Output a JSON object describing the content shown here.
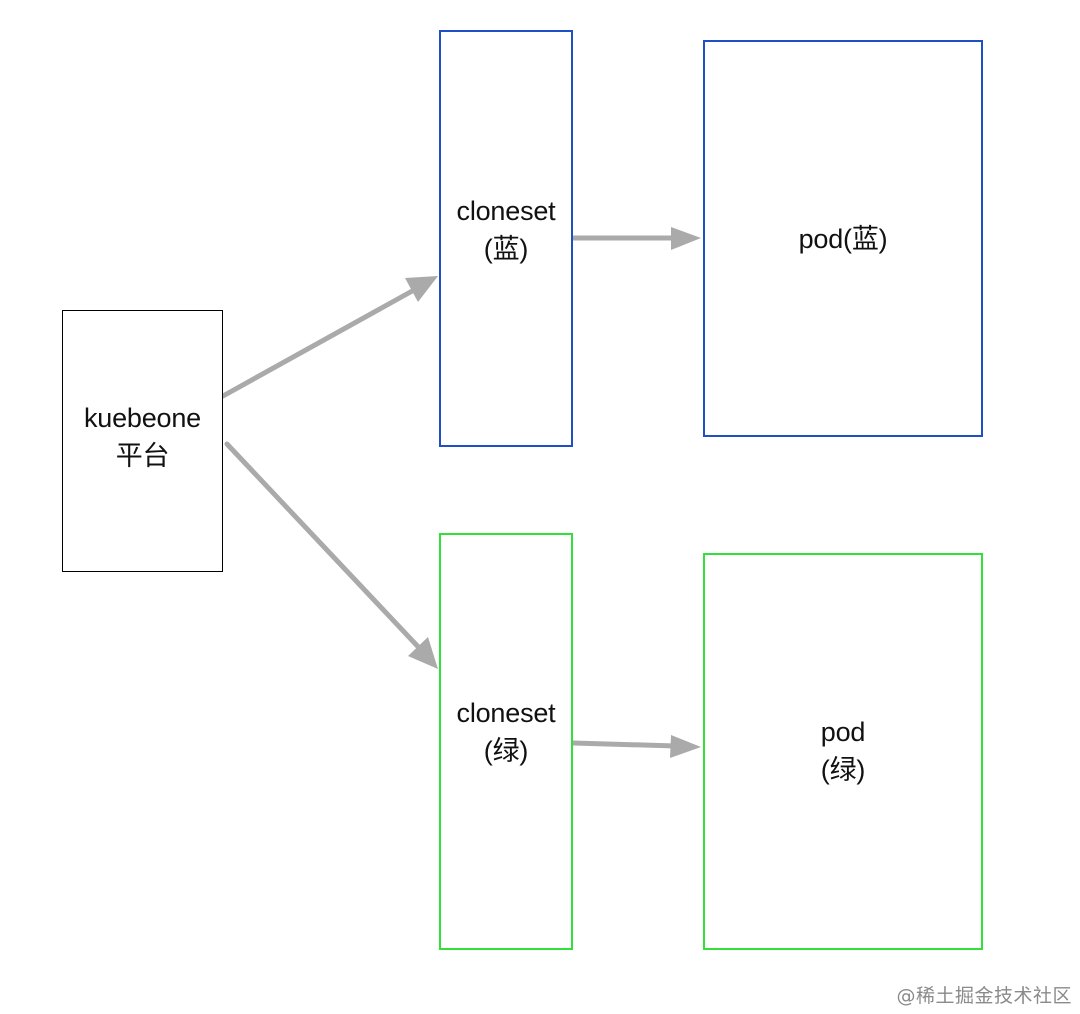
{
  "nodes": {
    "platform": {
      "line1": "kuebeone",
      "line2": "平台"
    },
    "cloneset_blue": {
      "line1": "cloneset",
      "line2": "(蓝)"
    },
    "pod_blue": {
      "line1": "pod(蓝)"
    },
    "cloneset_green": {
      "line1": "cloneset",
      "line2": "(绿)"
    },
    "pod_green": {
      "line1": "pod",
      "line2": "(绿)"
    }
  },
  "colors": {
    "blue_border": "#1f4fc6",
    "green_border": "#33e03a",
    "platform_border": "#000000",
    "arrow": "#aaaaaa"
  },
  "watermark": "@稀土掘金技术社区"
}
